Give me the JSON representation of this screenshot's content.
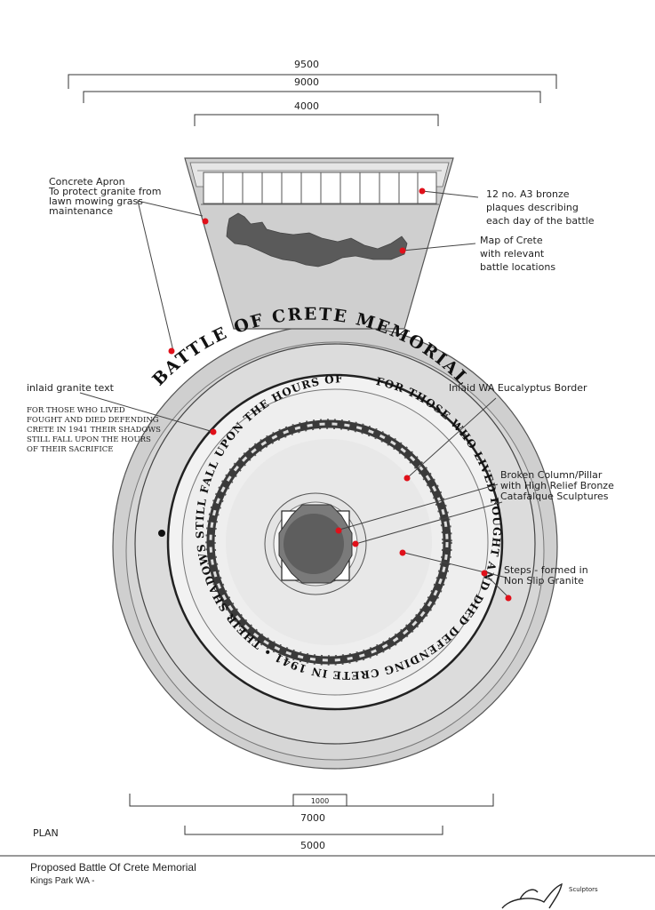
{
  "dimensions": {
    "d9500": "9500",
    "d9000": "9000",
    "d4000": "4000",
    "d1000": "1000",
    "d7000": "7000",
    "d5000": "5000"
  },
  "ring_texts": {
    "title": "BATTLE OF CRETE MEMORIAL",
    "inner": "FOR THOSE WHO LIVED FOUGHT AND DIED DEFENDING CRETE IN 1941 • THEIR SHADOWS STILL FALL UPON THE HOURS OF THEIR SACRIFICE"
  },
  "annotations": {
    "concrete_apron": [
      "Concrete Apron",
      "To protect granite from",
      "lawn mowing grass",
      "maintenance"
    ],
    "plaques": [
      "12 no. A3 bronze",
      "plaques describing",
      "each day of the battle"
    ],
    "map": [
      "Map of Crete",
      "with relevant",
      "battle locations"
    ],
    "inlaid_text_heading": "inlaid granite text",
    "inlaid_text_body": [
      "FOR THOSE WHO LIVED",
      "FOUGHT   AND DIED DEFENDING",
      "CRETE IN 1941 THEIR SHADOWS",
      "STILL FALL UPON THE HOURS",
      "OF THEIR SACRIFICE"
    ],
    "eucalyptus": "Inlaid WA Eucalyptus Border",
    "column": [
      "Broken Column/Pillar",
      "with High Relief Bronze",
      "Catafalque Sculptures"
    ],
    "steps": [
      "Steps - formed in",
      "Non Slip Granite"
    ]
  },
  "labels": {
    "plan": "PLAN"
  },
  "footer": {
    "title": "Proposed Battle Of Crete Memorial",
    "subtitle": "Kings Park WA -",
    "signature_text": "Sculptors"
  }
}
